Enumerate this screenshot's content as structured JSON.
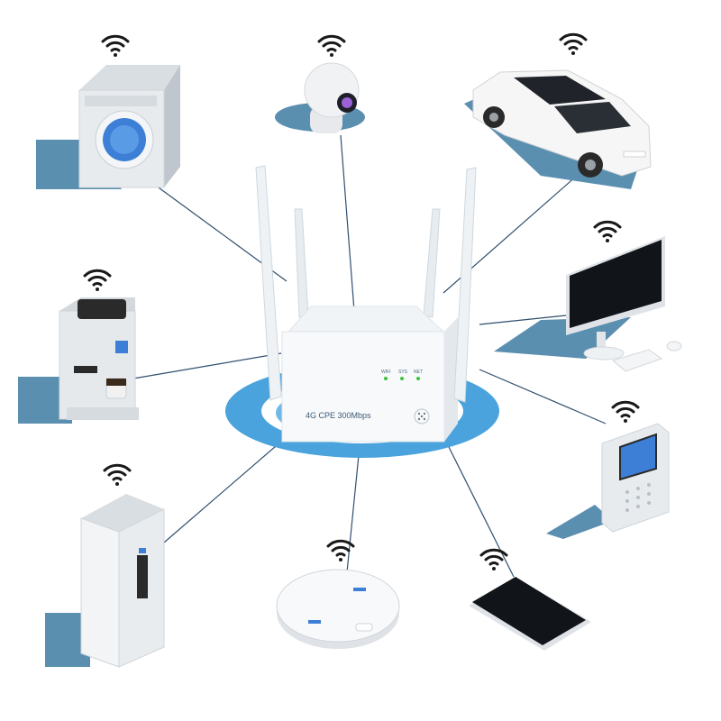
{
  "router": {
    "model_label": "4G CPE 300Mbps",
    "led_labels": [
      "WIFI",
      "SYS",
      "NET"
    ]
  },
  "devices": [
    {
      "name": "washing-machine",
      "icon": "washing-machine-icon"
    },
    {
      "name": "security-camera",
      "icon": "camera-icon"
    },
    {
      "name": "car",
      "icon": "car-icon"
    },
    {
      "name": "desktop-computer",
      "icon": "monitor-icon"
    },
    {
      "name": "coffee-machine",
      "icon": "coffee-machine-icon"
    },
    {
      "name": "intercom-panel",
      "icon": "intercom-icon"
    },
    {
      "name": "refrigerator",
      "icon": "fridge-icon"
    },
    {
      "name": "robot-vacuum",
      "icon": "robot-vacuum-icon"
    },
    {
      "name": "smartphone",
      "icon": "phone-icon"
    }
  ],
  "colors": {
    "accent_blue": "#4aa3dd",
    "shadow_blue": "#5b8fb0",
    "line": "#2f4f6f",
    "wifi": "#1a1a1a",
    "led_green": "#3cc43c"
  }
}
